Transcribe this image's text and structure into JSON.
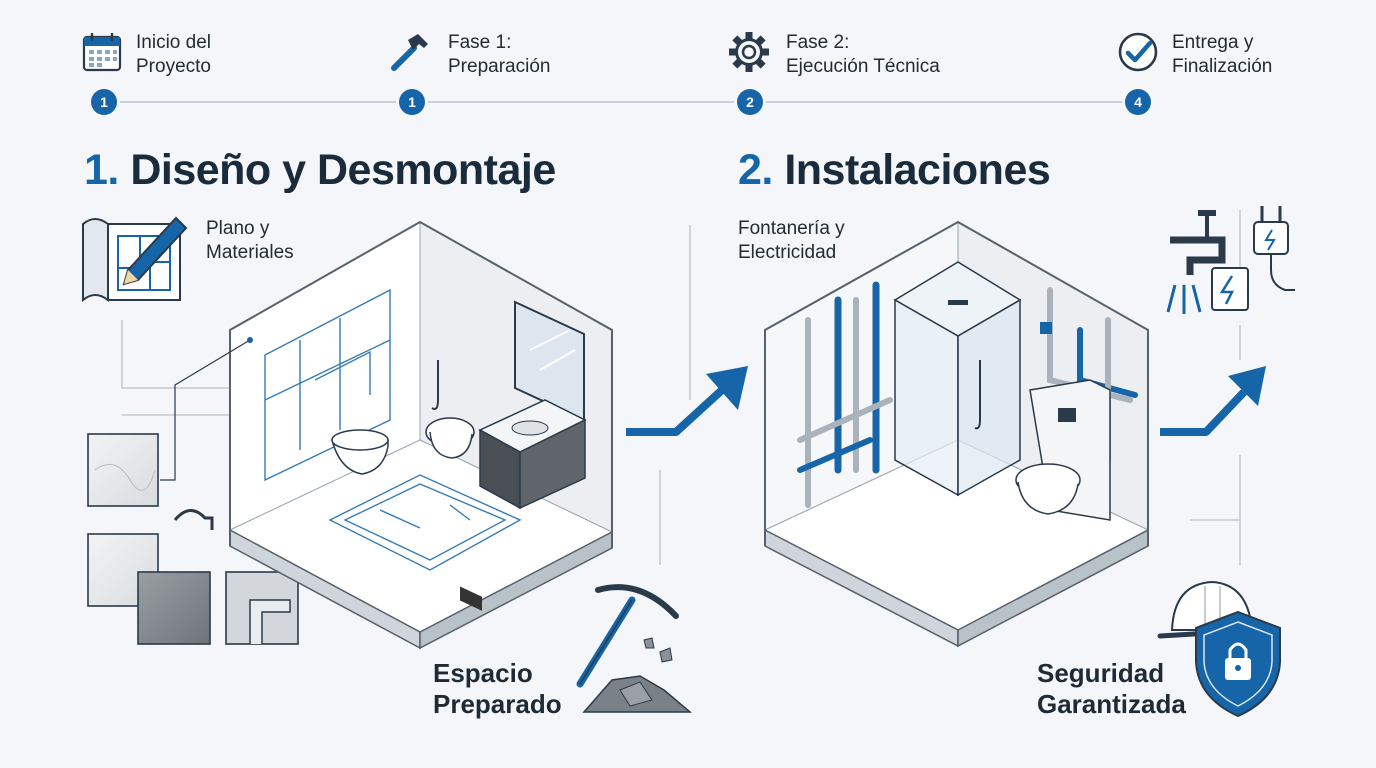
{
  "timeline": {
    "steps": [
      {
        "label_line1": "Inicio del",
        "label_line2": "Proyecto",
        "number": "1",
        "icon": "calendar-icon"
      },
      {
        "label_line1": "Fase 1:",
        "label_line2": "Preparación",
        "number": "1",
        "icon": "hammer-icon"
      },
      {
        "label_line1": "Fase 2:",
        "label_line2": "Ejecución Técnica",
        "number": "2",
        "icon": "gear-icon"
      },
      {
        "label_line1": "Entrega y",
        "label_line2": "Finalización",
        "number": "4",
        "icon": "check-circle-icon"
      }
    ]
  },
  "section1": {
    "number": "1.",
    "title": "Diseño y Desmontaje",
    "plan_label_line1": "Plano y",
    "plan_label_line2": "Materiales",
    "result_line1": "Espacio",
    "result_line2": "Preparado"
  },
  "section2": {
    "number": "2.",
    "title": "Instalaciones",
    "install_label_line1": "Fontanería y",
    "install_label_line2": "Electricidad",
    "result_line1": "Seguridad",
    "result_line2": "Garantizada"
  },
  "colors": {
    "accent": "#1565a8",
    "heading": "#1a2b3c",
    "background": "#f4f6f9",
    "line": "#c9d2dc"
  }
}
